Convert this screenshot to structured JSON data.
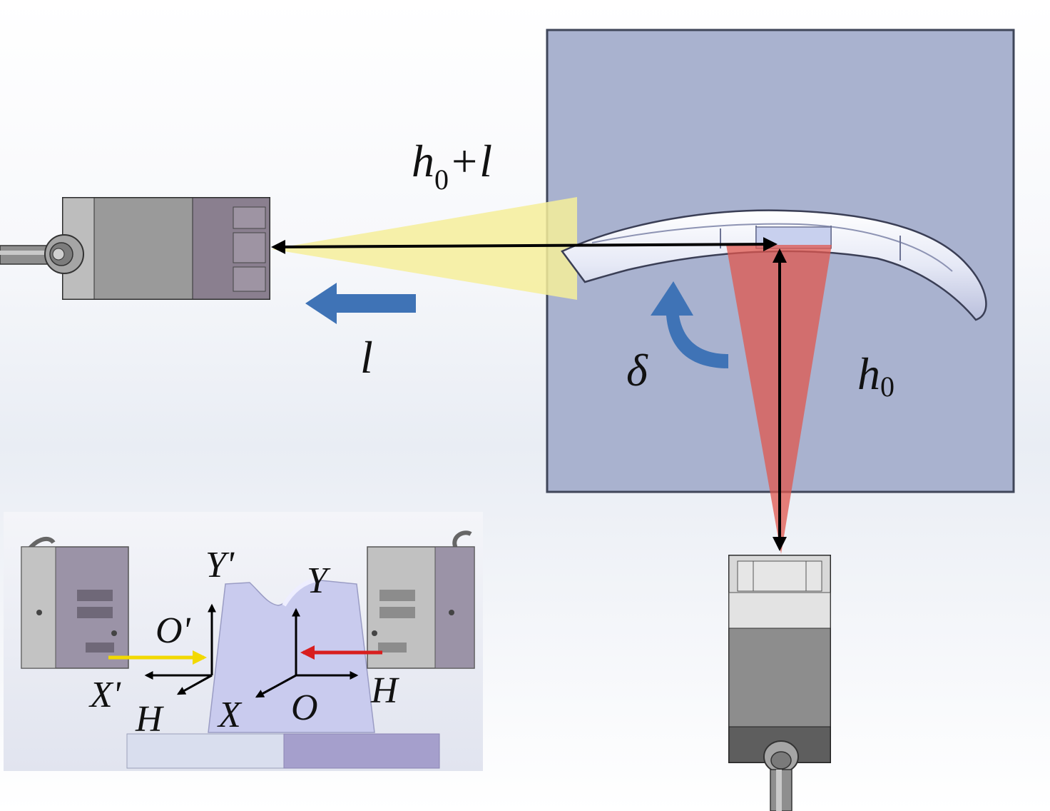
{
  "labels": {
    "h0_plus_l_main": "h",
    "h0_plus_l_sub": "0",
    "h0_plus_l_rest": "+l",
    "l": "l",
    "delta": "δ",
    "h0_main": "h",
    "h0_sub": "0",
    "inset_y_prime": "Y'",
    "inset_y": "Y",
    "inset_o_prime": "O'",
    "inset_x_prime": "X'",
    "inset_h_left": "H",
    "inset_x": "X",
    "inset_o": "O",
    "inset_h_right": "H"
  },
  "colors": {
    "panel": "#a9b2cf",
    "yellow_beam": "#f6ef9a",
    "red_beam": "#e0574e",
    "blue_arrow": "#3f73b6",
    "yellow_arrow": "#f2d900",
    "red_arrow": "#d81e1e"
  },
  "icons": [
    "laser-sensor-left",
    "laser-sensor-bottom",
    "turbine-blade",
    "fixture-inset"
  ]
}
